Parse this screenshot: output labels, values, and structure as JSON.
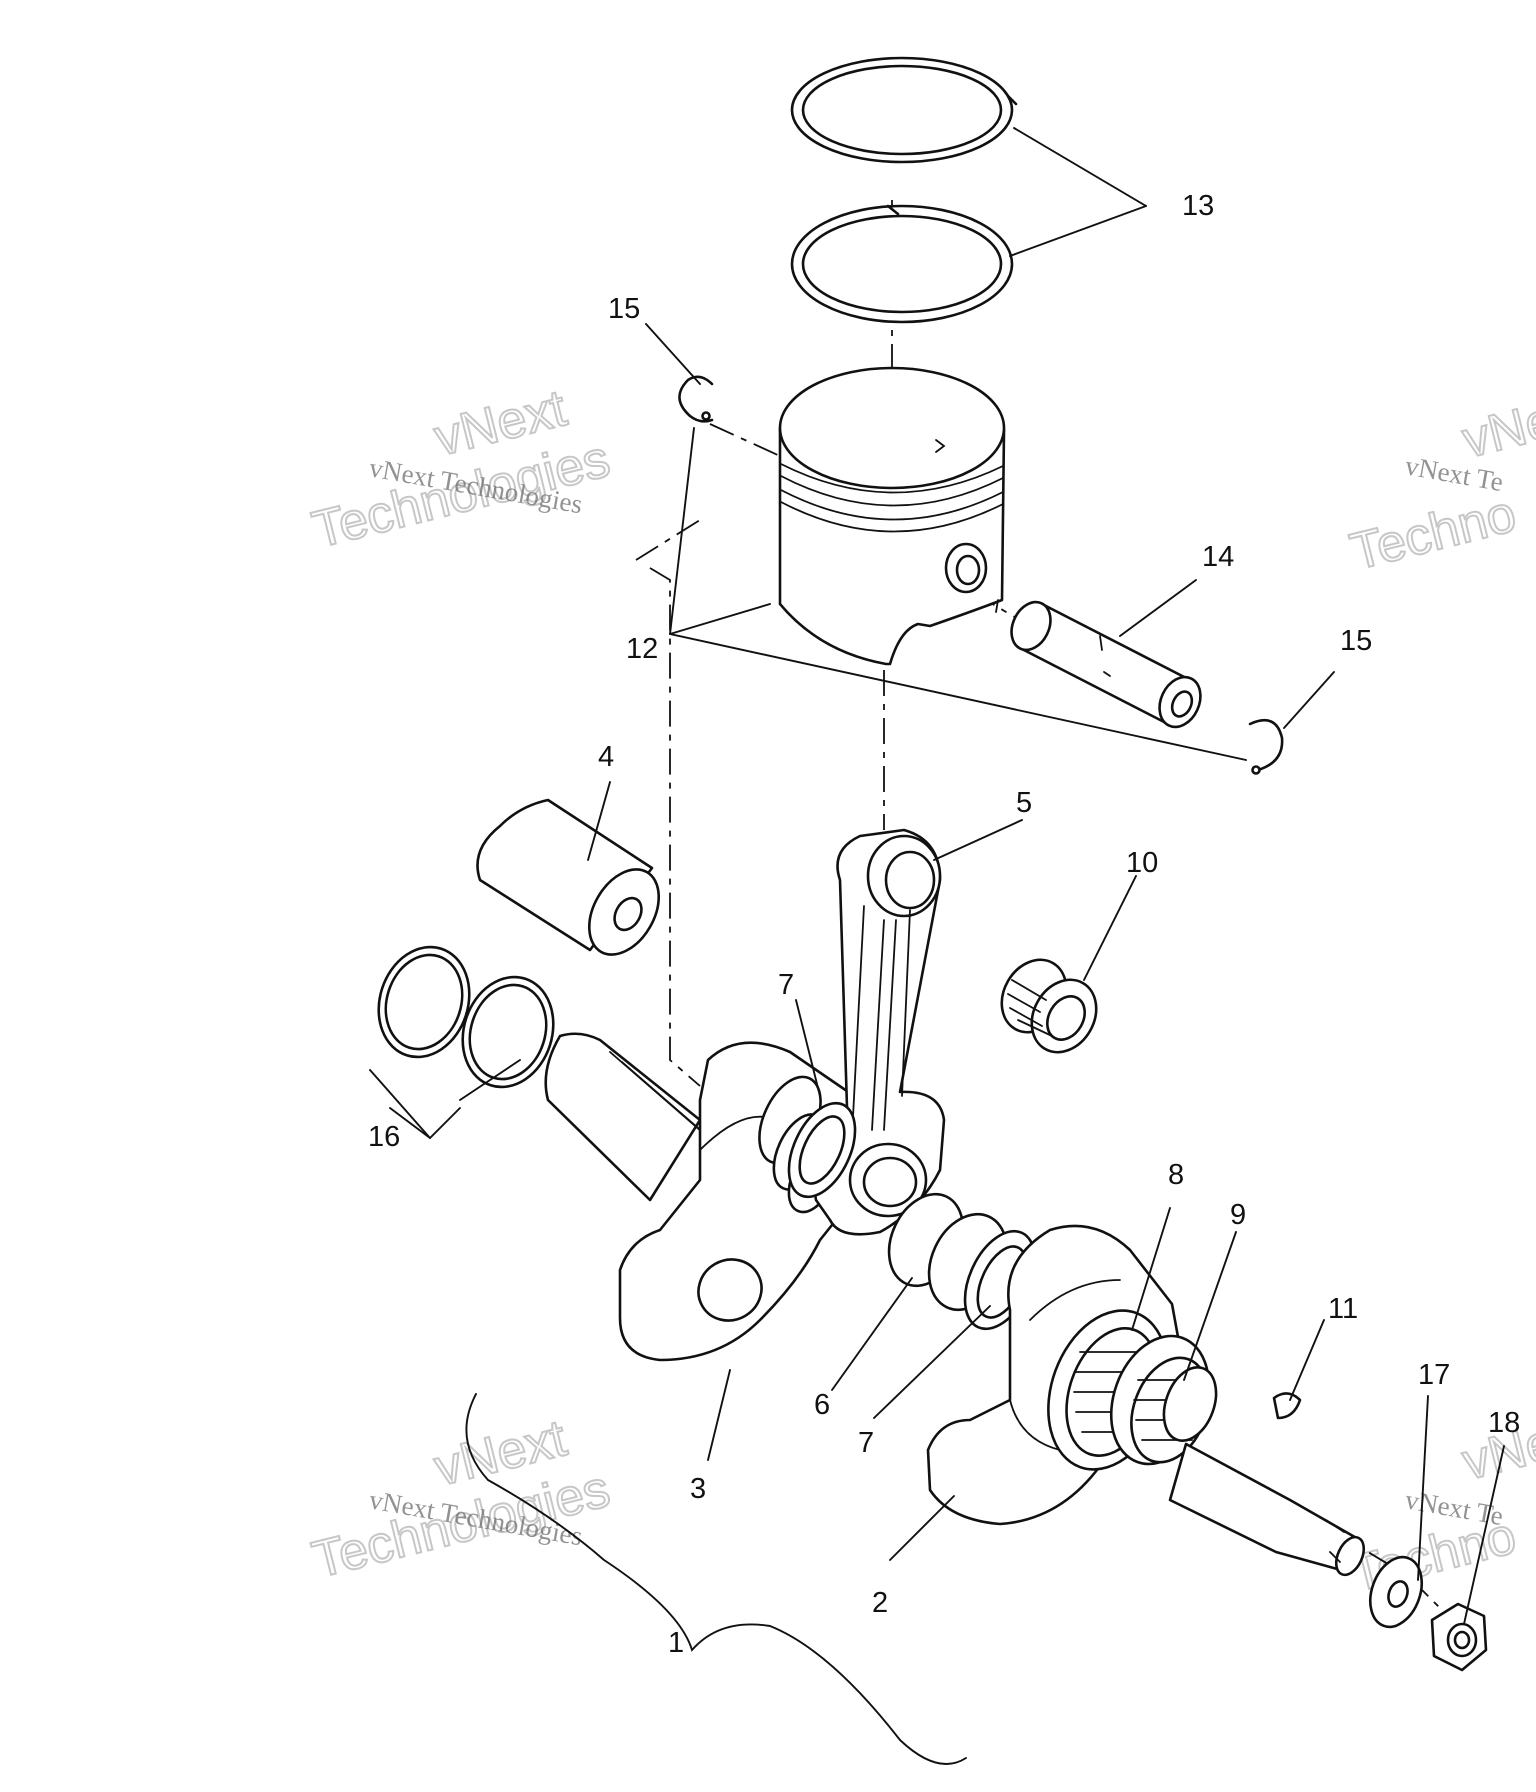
{
  "watermark": {
    "line": "vNext Technologies",
    "big_top": "vNext",
    "big_bottom": "Technologies",
    "partial_line": "vNext Te",
    "partial_big_top": "vNe",
    "partial_big_bottom": "Techno"
  },
  "callouts": {
    "c1": "1",
    "c2": "2",
    "c3": "3",
    "c4": "4",
    "c5": "5",
    "c6": "6",
    "c7a": "7",
    "c7b": "7",
    "c8": "8",
    "c9": "9",
    "c10": "10",
    "c11": "11",
    "c12": "12",
    "c13": "13",
    "c14": "14",
    "c15a": "15",
    "c15b": "15",
    "c16": "16",
    "c17": "17",
    "c18": "18"
  }
}
